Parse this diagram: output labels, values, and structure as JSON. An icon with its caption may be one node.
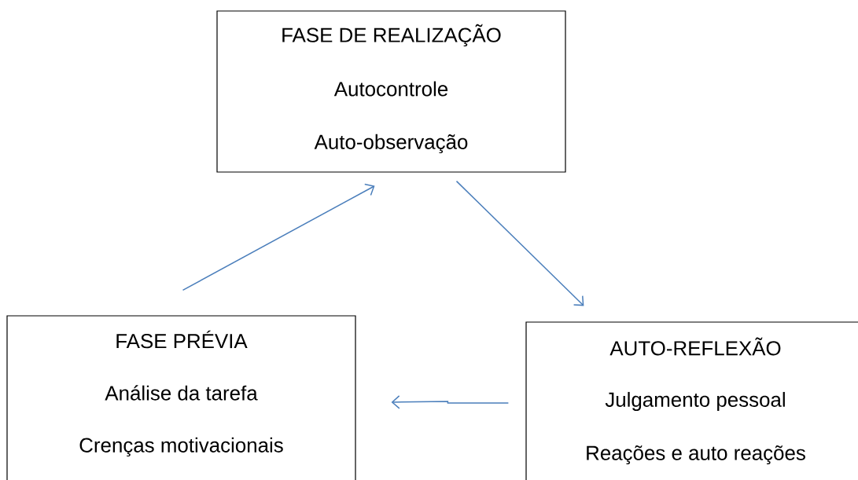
{
  "diagram": {
    "nodes": [
      {
        "text": [
          "FASE DE REALIZAÇÃO",
          "Autocontrole",
          "Auto-observação"
        ]
      },
      {
        "text": [
          "FASE PRÉVIA",
          "Análise da tarefa",
          "Crenças motivacionais"
        ]
      },
      {
        "text": [
          "AUTO-REFLEXÃO",
          "Julgamento pessoal",
          "Reações e auto reações"
        ]
      }
    ],
    "edges": [
      {
        "from": 1,
        "to": 0,
        "arrow": "to"
      },
      {
        "from": 0,
        "to": 2,
        "arrow": "to"
      },
      {
        "from": 2,
        "to": 1,
        "arrow": "to"
      }
    ]
  }
}
